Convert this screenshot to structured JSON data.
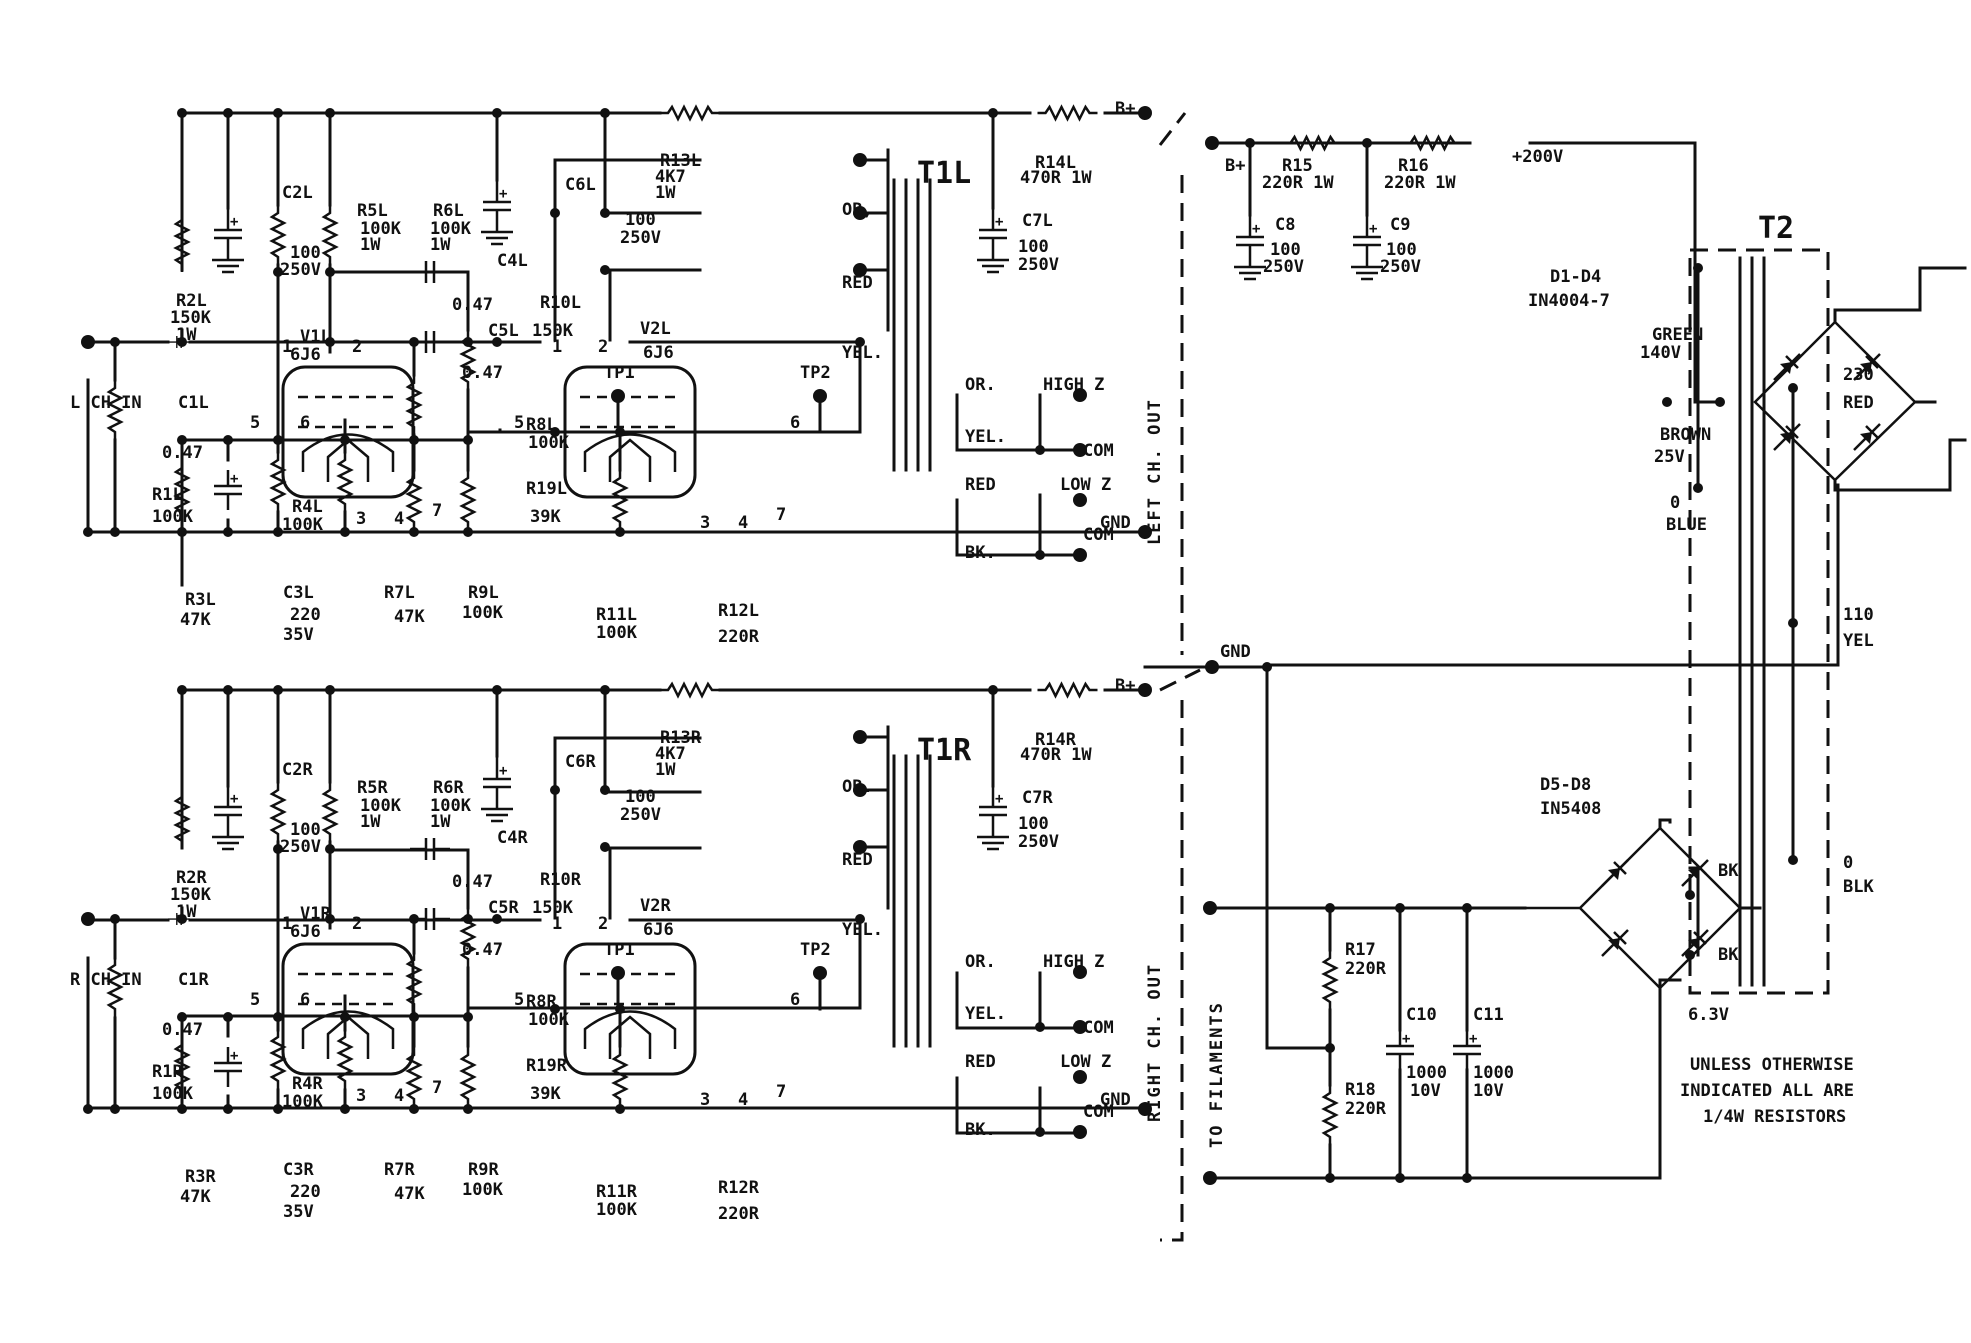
{
  "title": "",
  "channels": {
    "left": {
      "in": "L CH IN",
      "c1": "C1L",
      "c1v": "0.47",
      "r1": "R1L",
      "r1v": "100K",
      "r2": "R2L",
      "r2v": "150K",
      "r2w": "1W",
      "c2": "C2L",
      "c2v": "100",
      "c2vv": "250V",
      "r3": "R3L",
      "r3v": "47K",
      "c3": "C3L",
      "c3v": "220",
      "c3vv": "35V",
      "r4": "R4L",
      "r4v": "100K",
      "r5": "R5L",
      "r5v": "100K",
      "r5w": "1W",
      "r6": "R6L",
      "r6v": "100K",
      "r6w": "1W",
      "r7": "R7L",
      "r7v": "47K",
      "c4": "C4L",
      "c4v": "0.47",
      "c5": "C5L",
      "c5v": "0.47",
      "v1": "V1L",
      "v1t": "6J6",
      "r10": "R10L",
      "r10v": "150K",
      "r8": "R8L",
      "r8v": "100K",
      "r19": "R19L",
      "r19v": "39K",
      "r9": "R9L",
      "r9v": "100K",
      "c6": "C6L",
      "c6v": "100",
      "c6vv": "250V",
      "r13": "R13L",
      "r13v": "4K7",
      "r13w": "1W",
      "v2": "V2L",
      "v2t": "6J6",
      "r11": "R11L",
      "r11v": "100K",
      "r12": "R12L",
      "r12v": "220R",
      "t1": "T1L",
      "r14": "R14L",
      "r14v": "470R 1W",
      "c7": "C7L",
      "c7v": "100",
      "c7vv": "250V",
      "out": "LEFT CH. OUT"
    },
    "right": {
      "in": "R CH IN",
      "c1": "C1R",
      "c1v": "0.47",
      "r1": "R1R",
      "r1v": "100K",
      "r2": "R2R",
      "r2v": "150K",
      "r2w": "1W",
      "c2": "C2R",
      "c2v": "100",
      "c2vv": "250V",
      "r3": "R3R",
      "r3v": "47K",
      "c3": "C3R",
      "c3v": "220",
      "c3vv": "35V",
      "r4": "R4R",
      "r4v": "100K",
      "r5": "R5R",
      "r5v": "100K",
      "r5w": "1W",
      "r6": "R6R",
      "r6v": "100K",
      "r6w": "1W",
      "r7": "R7R",
      "r7v": "47K",
      "c4": "C4R",
      "c4v": "0.47",
      "c5": "C5R",
      "c5v": "0.47",
      "v1": "V1R",
      "v1t": "6J6",
      "r10": "R10R",
      "r10v": "150K",
      "r8": "R8R",
      "r8v": "100K",
      "r19": "R19R",
      "r19v": "39K",
      "r9": "R9R",
      "r9v": "100K",
      "c6": "C6R",
      "c6v": "100",
      "c6vv": "250V",
      "r13": "R13R",
      "r13v": "4K7",
      "r13w": "1W",
      "v2": "V2R",
      "v2t": "6J6",
      "r11": "R11R",
      "r11v": "100K",
      "r12": "R12R",
      "r12v": "220R",
      "t1": "T1R",
      "r14": "R14R",
      "r14v": "470R 1W",
      "c7": "C7R",
      "c7v": "100",
      "c7vv": "250V",
      "out": "RIGHT CH. OUT"
    }
  },
  "common": {
    "pins": [
      "1",
      "2",
      "3",
      "4",
      "5",
      "6",
      "7"
    ],
    "tp1": "TP1",
    "tp2": "TP2",
    "or": "OR.",
    "or_top": "OR,",
    "red": "RED",
    "yel": "YEL.",
    "high_z": "HIGH Z",
    "low_z": "LOW Z",
    "com": "COM",
    "bk": "BK.",
    "bplus": "B+",
    "gnd": "GND"
  },
  "psu": {
    "bplus": "B+",
    "r15": "R15",
    "r15v": "220R 1W",
    "r16": "R16",
    "r16v": "220R 1W",
    "c8": "C8",
    "c8v": "100",
    "c8vv": "250V",
    "c9": "C9",
    "c9v": "100",
    "c9vv": "250V",
    "rail": "+200V",
    "d1": "D1-D4",
    "d1t": "IN4004-7",
    "d5": "D5-D8",
    "d5t": "IN5408",
    "t2": "T2",
    "green": "GREEN",
    "v140": "140V",
    "brown": "BROWN",
    "v25": "25V",
    "zero": "0",
    "blue": "BLUE",
    "p230": "230",
    "red": "RED",
    "p110": "110",
    "yel": "YEL",
    "p0": "0",
    "blk": "BLK",
    "bk": "BK",
    "v63": "6.3V",
    "r17": "R17",
    "r17v": "220R",
    "r18": "R18",
    "r18v": "220R",
    "c10": "C10",
    "c10v": "1000",
    "c10vv": "10V",
    "c11": "C11",
    "c11v": "1000",
    "c11vv": "10V",
    "gnd": "GND",
    "filaments": "TO FILAMENTS"
  },
  "note": {
    "line1": "UNLESS OTHERWISE",
    "line2": "INDICATED ALL ARE",
    "line3": "1/4W RESISTORS"
  }
}
